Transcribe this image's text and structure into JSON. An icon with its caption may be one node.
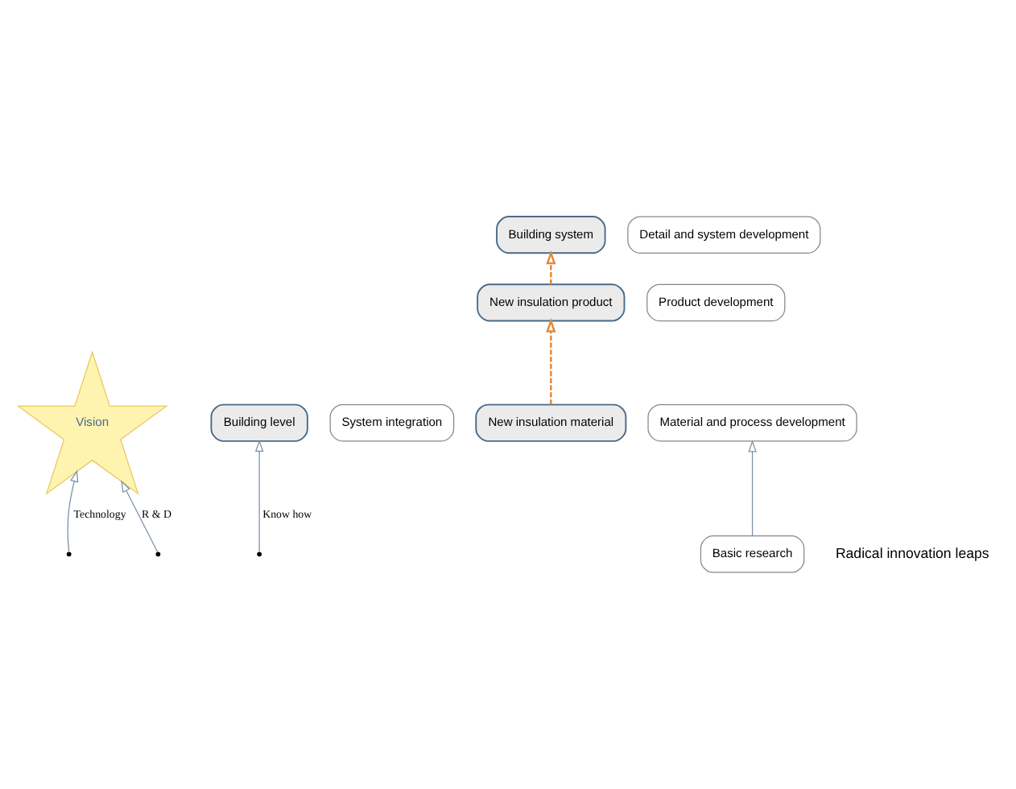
{
  "diagram": {
    "nodes": [
      {
        "text": [
          "Vision"
        ]
      },
      {
        "text": [
          "Building level"
        ]
      },
      {
        "text": [
          "System integration"
        ]
      },
      {
        "text": [
          "Building system"
        ]
      },
      {
        "text": [
          "Detail and system development"
        ]
      },
      {
        "text": [
          "New insulation product"
        ]
      },
      {
        "text": [
          "Product development"
        ]
      },
      {
        "text": [
          "New insulation material"
        ]
      },
      {
        "text": [
          "Material and process development"
        ]
      },
      {
        "text": [
          "Basic research"
        ]
      }
    ],
    "edges": [
      {
        "from": 9,
        "to": 8,
        "arrow": "to"
      },
      {
        "from": 7,
        "to": 5,
        "arrow": "to",
        "style": "dashed",
        "color": "#e08a3c"
      },
      {
        "from": 5,
        "to": 3,
        "arrow": "to",
        "style": "dashed",
        "color": "#e08a3c"
      },
      {
        "from": null,
        "to": 1,
        "label": "Know how",
        "arrow": "to"
      },
      {
        "from": null,
        "to": 0,
        "label": "Technology",
        "arrow": "to"
      },
      {
        "from": null,
        "to": 0,
        "label": "R & D",
        "arrow": "to"
      }
    ],
    "labels": [
      "Radical innovation leaps"
    ]
  }
}
